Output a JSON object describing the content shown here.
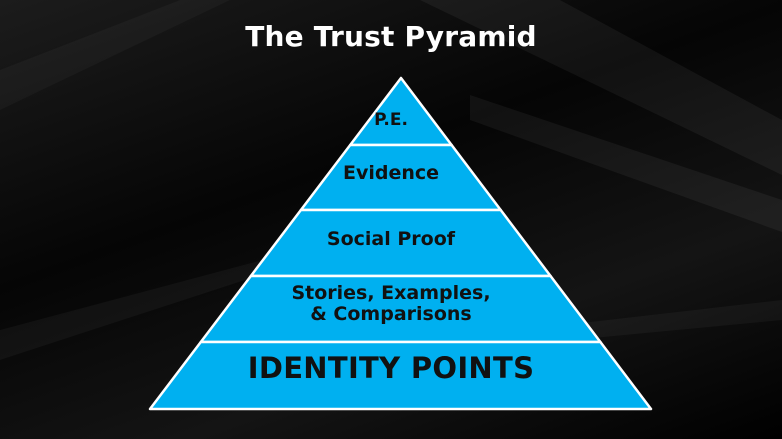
{
  "title": "The Trust Pyramid",
  "layers": [
    {
      "lines": [
        "P.E."
      ]
    },
    {
      "lines": [
        "Evidence"
      ]
    },
    {
      "lines": [
        "Social Proof"
      ]
    },
    {
      "lines": [
        "Stories, Examples,",
        "& Comparisons"
      ]
    },
    {
      "lines": [
        "IDENTITY POINTS"
      ]
    }
  ],
  "colors": {
    "background": "#000000",
    "pyramid_fill": "#00b0f0",
    "pyramid_border": "#ffffff",
    "label_text": "#111111",
    "title_text": "#ffffff"
  }
}
